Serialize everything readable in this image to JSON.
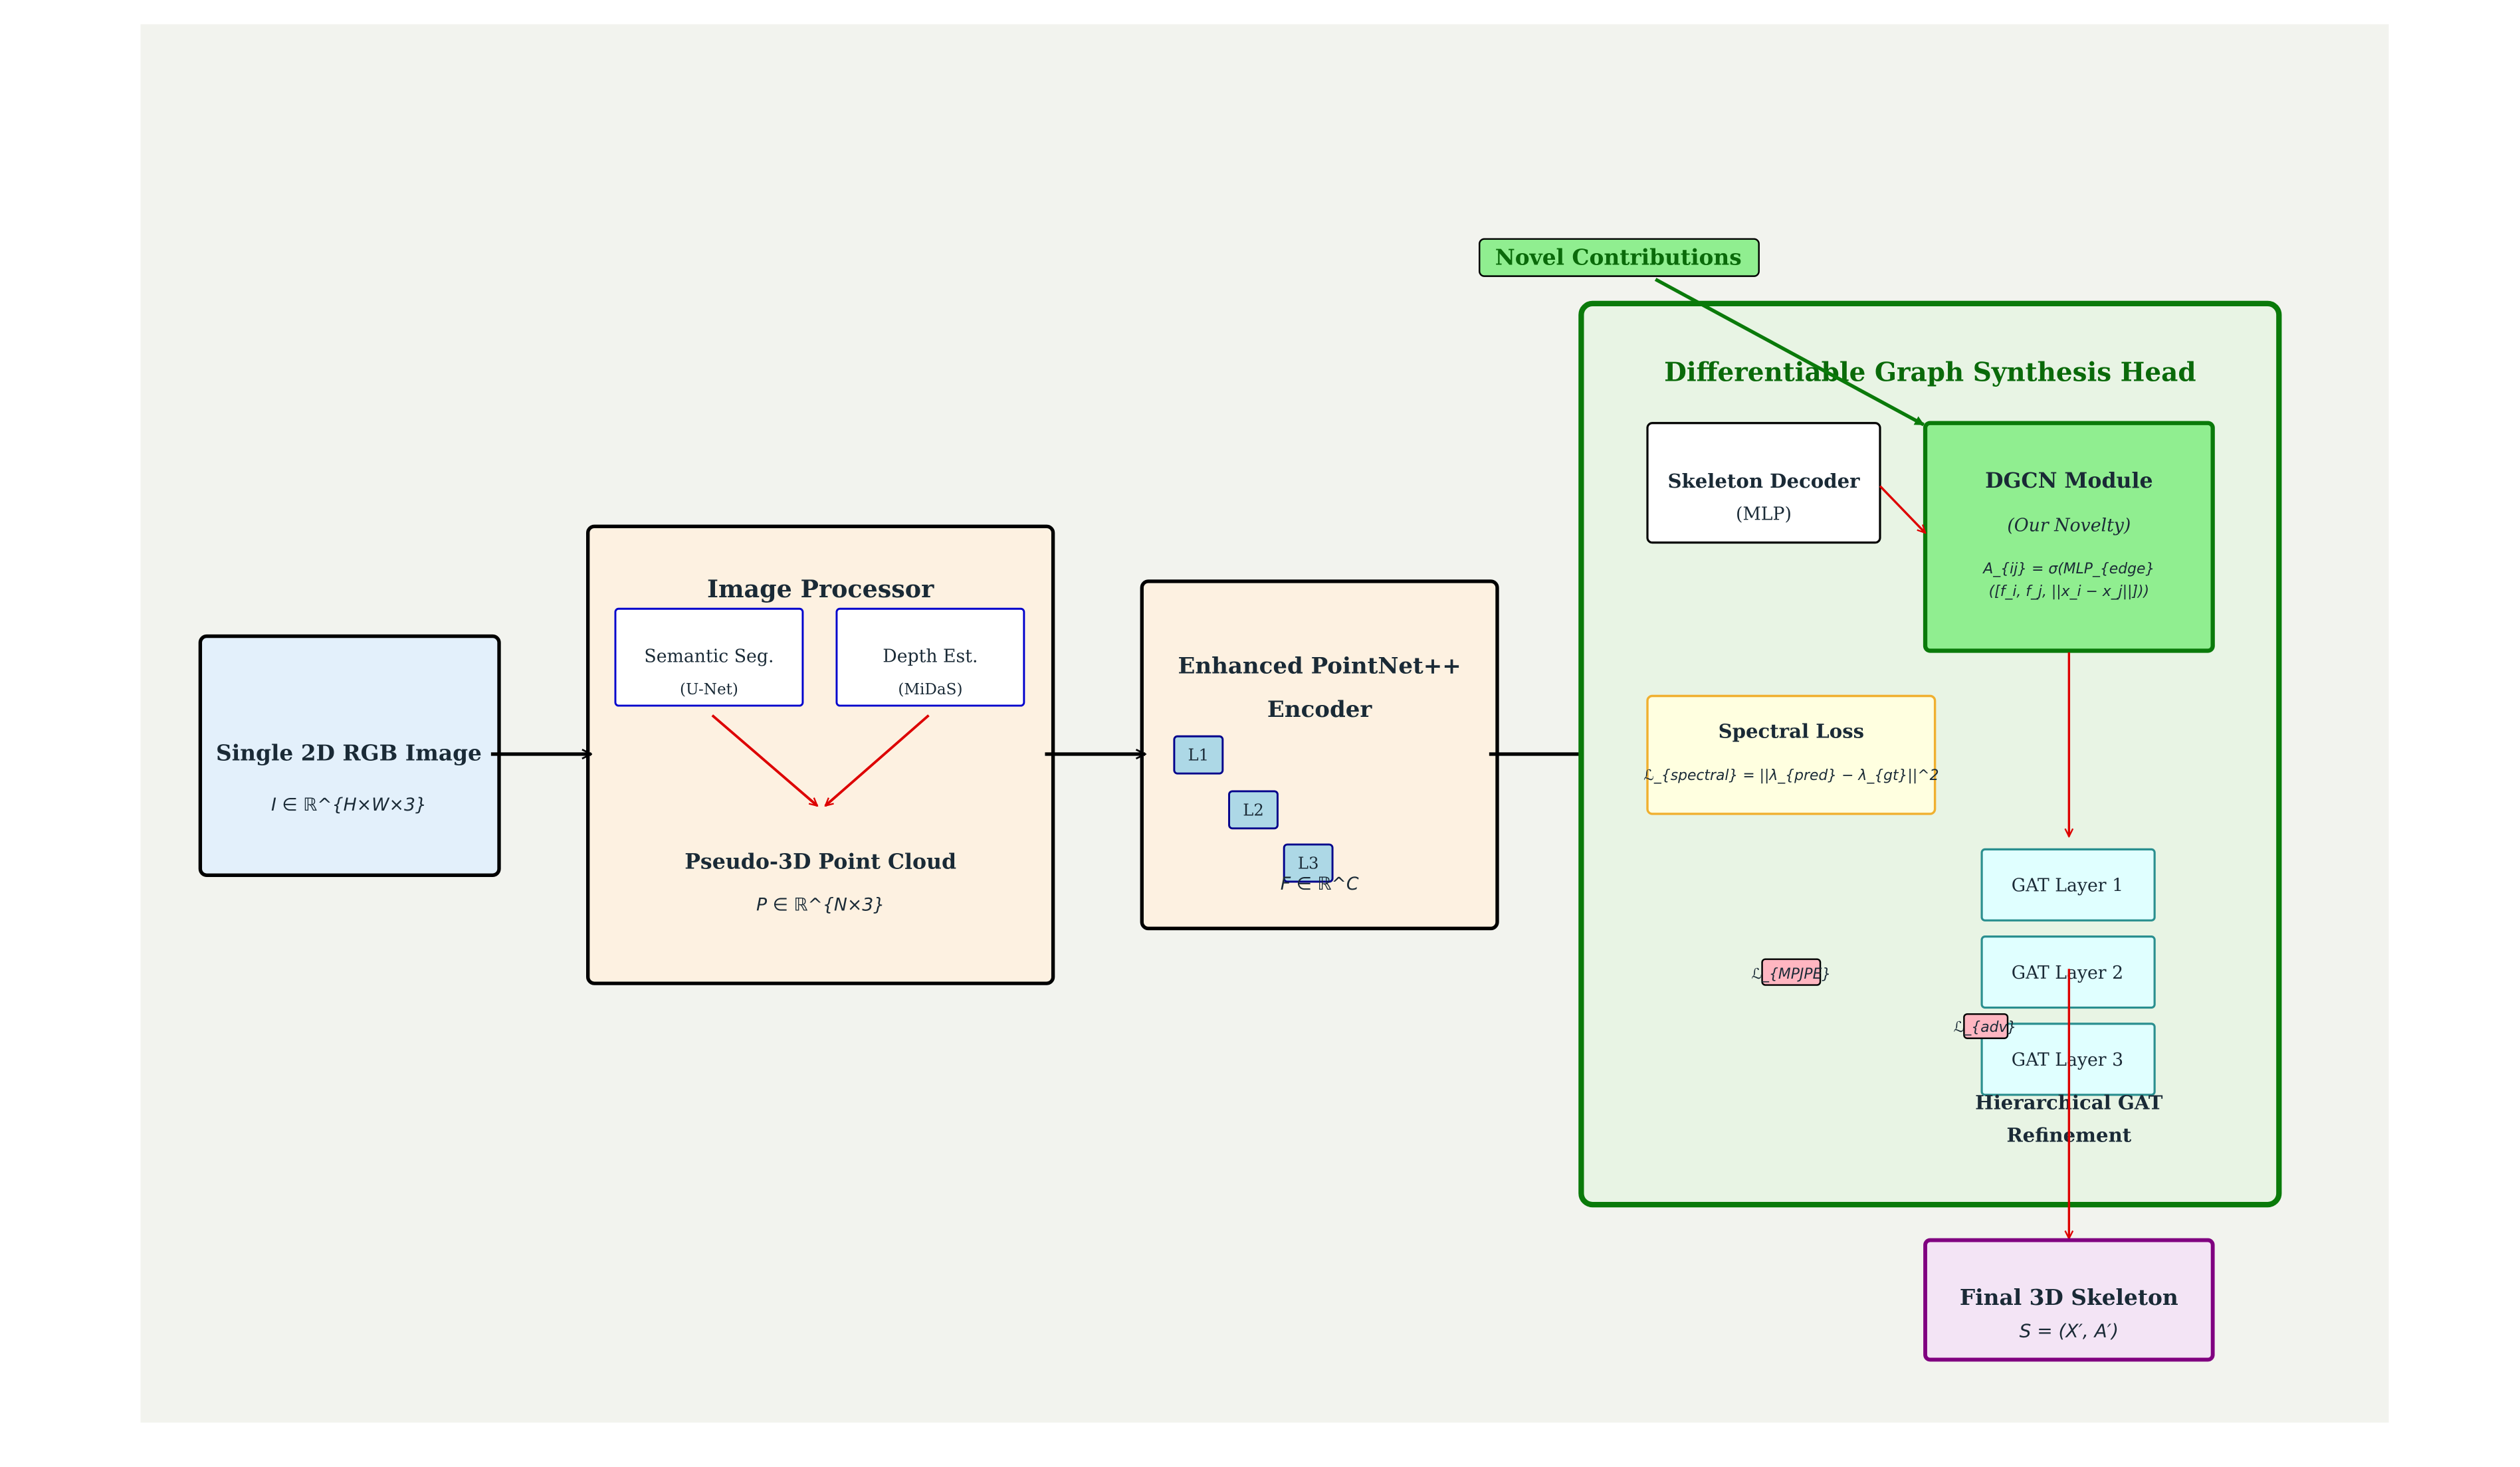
{
  "colors": {
    "page": "#ffffff",
    "canvas": "#f2f3ee",
    "input_fill": "#e3f0fb",
    "processor_fill": "#fdf1e1",
    "head_fill": "#e8f4e4",
    "head_border": "#0a7a0a",
    "head_title": "#0a6a0a",
    "dgcn_fill": "#90ee90",
    "spectral_fill": "#ffffe0",
    "spectral_border": "#f0b030",
    "gat_fill": "#e0ffff",
    "gat_border": "#2a8f8f",
    "loss_tag_fill": "#ffb6c1",
    "layer_fill": "#add8e6",
    "final_fill": "#f3e4f5",
    "final_border": "#800080",
    "sub_border": "#0000cc",
    "red_arrow": "#dd0000",
    "text": "#1a2a36"
  },
  "input": {
    "title": "Single 2D RGB Image",
    "formula": "I ∈ ℝ^{H×W×3}"
  },
  "processor": {
    "title": "Image Processor",
    "seg_label": "Semantic Seg.",
    "seg_sub": "(U-Net)",
    "depth_label": "Depth Est.",
    "depth_sub": "(MiDaS)",
    "cloud_label": "Pseudo-3D Point Cloud",
    "cloud_formula": "P ∈ ℝ^{N×3}"
  },
  "encoder": {
    "title_line1": "Enhanced PointNet++",
    "title_line2": "Encoder",
    "layers": [
      "L1",
      "L2",
      "L3"
    ],
    "formula": "F ∈ ℝ^C"
  },
  "head": {
    "title": "Differentiable Graph Synthesis Head",
    "novel_label": "Novel Contributions",
    "skeleton_label": "Skeleton Decoder",
    "skeleton_sub": "(MLP)",
    "dgcn_label": "DGCN Module",
    "dgcn_sub": "(Our Novelty)",
    "dgcn_formula_1": "A_{ij} = σ(MLP_{edge}",
    "dgcn_formula_2": "([f_i, f_j, ||x_i − x_j||]))",
    "spectral_label": "Spectral Loss",
    "spectral_formula": "ℒ_{spectral} = ||λ_{pred} − λ_{gt}||^2",
    "gat_layers": [
      "GAT Layer 1",
      "GAT Layer 2",
      "GAT Layer 3"
    ],
    "gat_caption_1": "Hierarchical GAT",
    "gat_caption_2": "Refinement",
    "mpjpe_tag": "ℒ_{MPJPE}",
    "adv_tag": "ℒ_{adv}"
  },
  "output": {
    "title": "Final 3D Skeleton",
    "formula": "S = (X′, A′)"
  }
}
